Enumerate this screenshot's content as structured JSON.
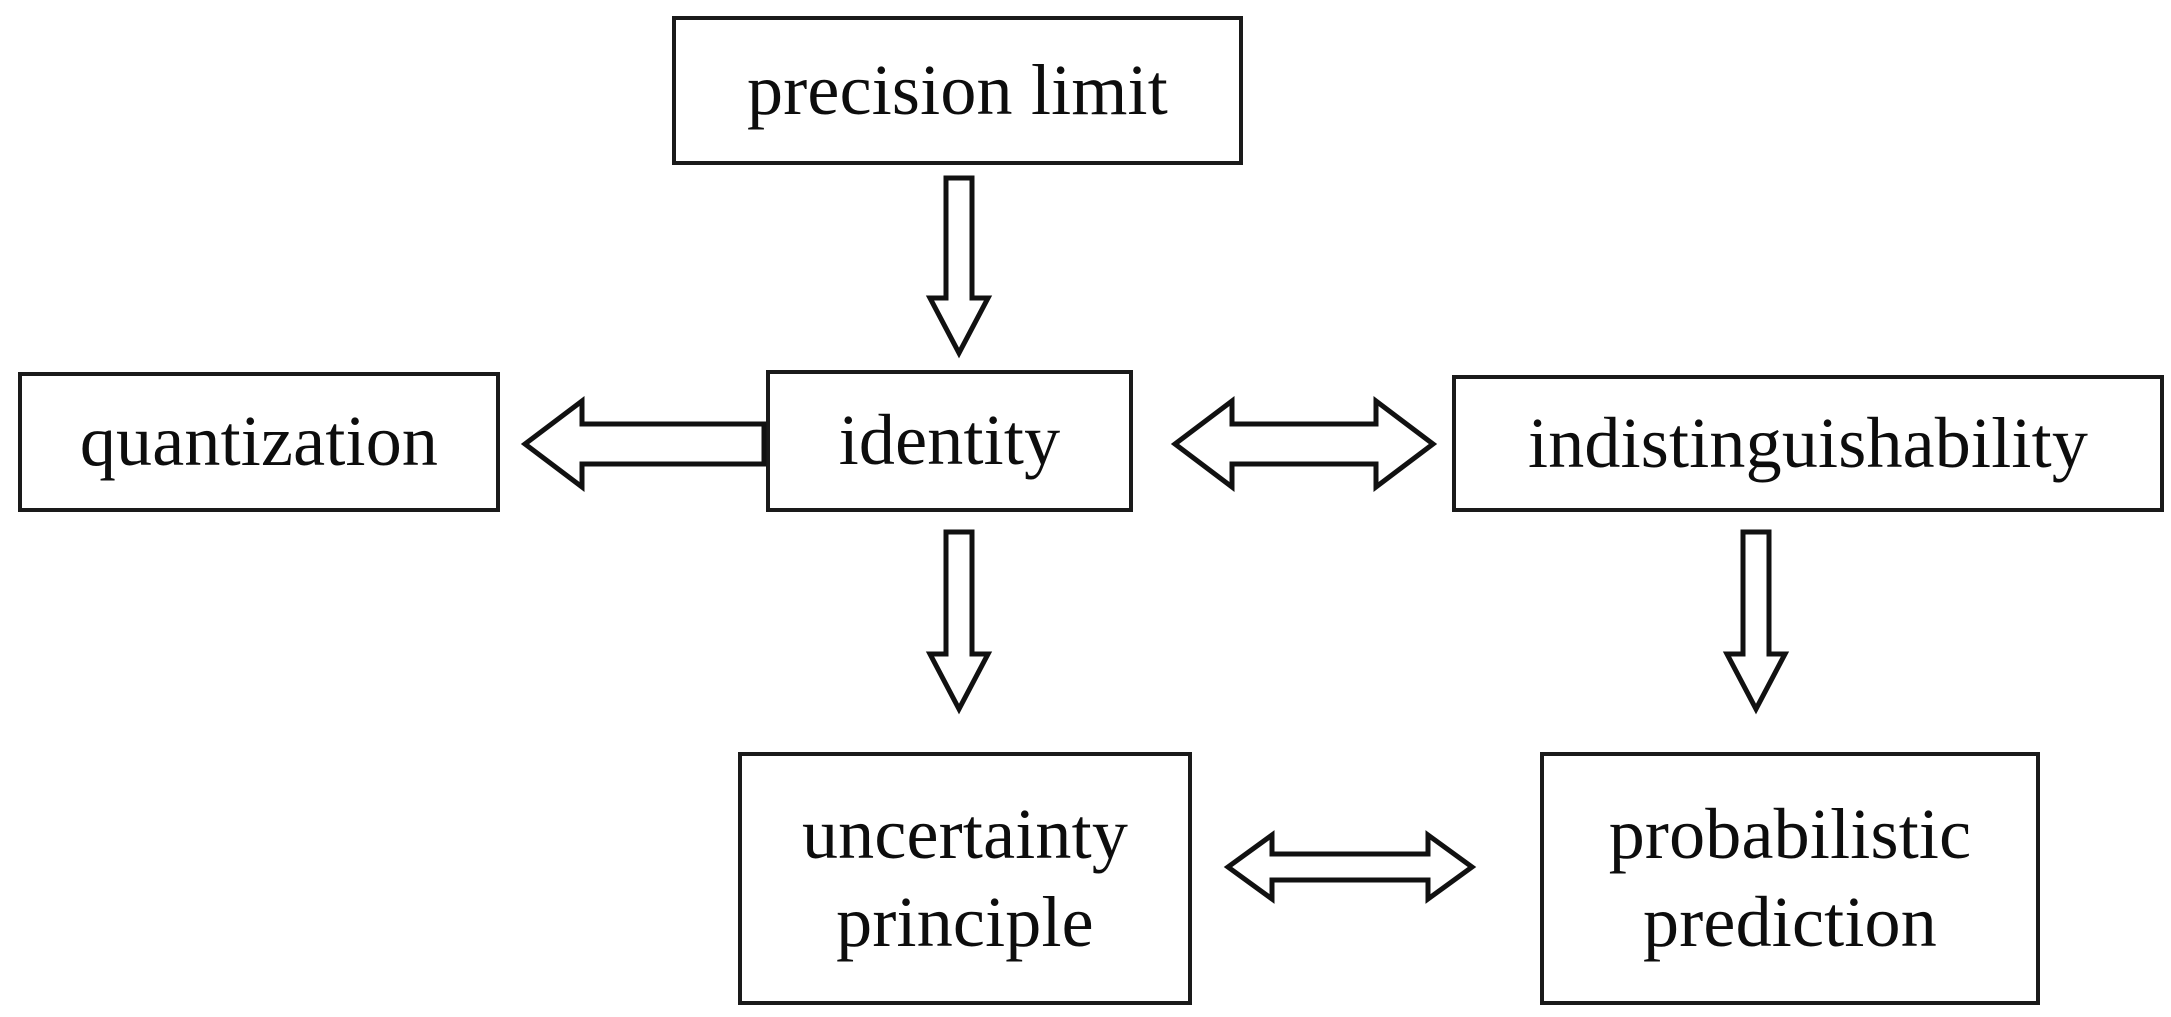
{
  "diagram": {
    "title": "precision limit concept flow",
    "background_color": "#ffffff",
    "line_color": "#111111",
    "text_color": "#0d0d0d",
    "nodes": [
      {
        "id": "precision-limit",
        "label": "precision limit"
      },
      {
        "id": "quantization",
        "label": "quantization"
      },
      {
        "id": "identity",
        "label": "identity"
      },
      {
        "id": "indistinguishability",
        "label": "indistinguishability"
      },
      {
        "id": "uncertainty-principle",
        "label": "uncertainty\nprinciple"
      },
      {
        "id": "probabilistic-prediction",
        "label": "probabilistic\nprediction"
      }
    ],
    "edges": [
      {
        "id": "precision-to-identity",
        "from": "precision limit",
        "to": "identity",
        "direction": "down",
        "style": "block-arrow"
      },
      {
        "id": "identity-to-quantization",
        "from": "identity",
        "to": "quantization",
        "direction": "left",
        "style": "block-arrow"
      },
      {
        "id": "identity-indistinguishability",
        "from": "identity",
        "to": "indistinguishability",
        "direction": "bidirectional",
        "style": "block-arrow"
      },
      {
        "id": "identity-to-uncertainty",
        "from": "identity",
        "to": "uncertainty principle",
        "direction": "down",
        "style": "block-arrow"
      },
      {
        "id": "indistinguishability-to-probabilistic",
        "from": "indistinguishability",
        "to": "probabilistic prediction",
        "direction": "down",
        "style": "block-arrow"
      },
      {
        "id": "uncertainty-probabilistic",
        "from": "uncertainty principle",
        "to": "probabilistic prediction",
        "direction": "bidirectional",
        "style": "block-arrow"
      }
    ]
  }
}
